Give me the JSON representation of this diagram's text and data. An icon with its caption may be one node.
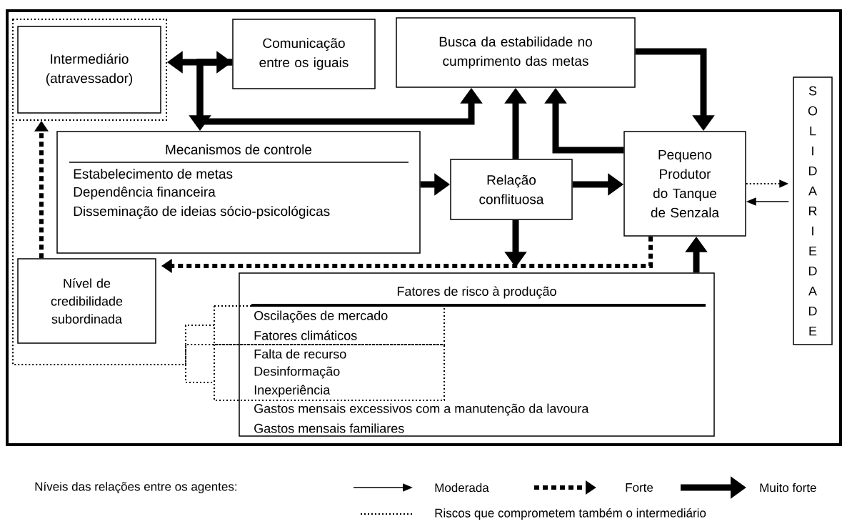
{
  "diagram": {
    "nodes": [
      {
        "text": [
          "Intermediário (atravessador)"
        ]
      },
      {
        "text": [
          "Comunicação entre os iguais"
        ]
      },
      {
        "text": [
          "Busca da estabilidade no cumprimento das metas"
        ]
      },
      {
        "text": [
          "Mecanismos de controle",
          "Estabelecimento de metas",
          "Dependência financeira",
          "Disseminação de ideias sócio-psicológicas"
        ]
      },
      {
        "text": [
          "Relação conflituosa"
        ]
      },
      {
        "text": [
          "Pequeno Produtor do Tanque de Senzala"
        ]
      },
      {
        "text": [
          "SOLIDARIEDADE"
        ]
      },
      {
        "text": [
          "Nível de credibilidade subordinada"
        ]
      },
      {
        "text": [
          "Fatores de risco à produção",
          "Oscilações de mercado",
          "Fatores climáticos",
          "Falta de recurso",
          "Desinformação",
          "Inexperiência",
          "Gastos mensais excessivos com a manutenção da lavoura",
          "Gastos mensais familiares"
        ]
      }
    ],
    "edges": [
      {
        "from": 0,
        "to": 1,
        "arrow": "both"
      },
      {
        "from": 1,
        "to": 3,
        "arrow": "to"
      },
      {
        "from": 1,
        "to": 2,
        "arrow": "to"
      },
      {
        "from": 4,
        "to": 2,
        "arrow": "to"
      },
      {
        "from": 5,
        "to": 2,
        "arrow": "to"
      },
      {
        "from": 2,
        "to": 5,
        "arrow": "to"
      },
      {
        "from": 3,
        "to": 4,
        "arrow": "to"
      },
      {
        "from": 4,
        "to": 5,
        "arrow": "to"
      },
      {
        "from": 5,
        "to": 6,
        "arrow": "to",
        "style": "dashed"
      },
      {
        "from": 6,
        "to": 5,
        "arrow": "to"
      },
      {
        "from": 4,
        "to": 8,
        "arrow": "to"
      },
      {
        "from": 5,
        "to": 7,
        "arrow": "to",
        "style": "dashed"
      },
      {
        "from": 8,
        "to": 5,
        "arrow": "to"
      },
      {
        "from": 7,
        "to": 0,
        "arrow": "to",
        "style": "dashed"
      },
      {
        "from": 8,
        "to": 0,
        "arrow": "none",
        "style": "dashed"
      }
    ],
    "labels": [
      "Níveis das relações entre os agentes:"
    ],
    "legend": [
      {
        "text": "Moderada"
      },
      {
        "text": "Forte"
      },
      {
        "text": "Muito forte"
      },
      {
        "text": "Riscos que comprometem também o intermediário"
      }
    ]
  }
}
